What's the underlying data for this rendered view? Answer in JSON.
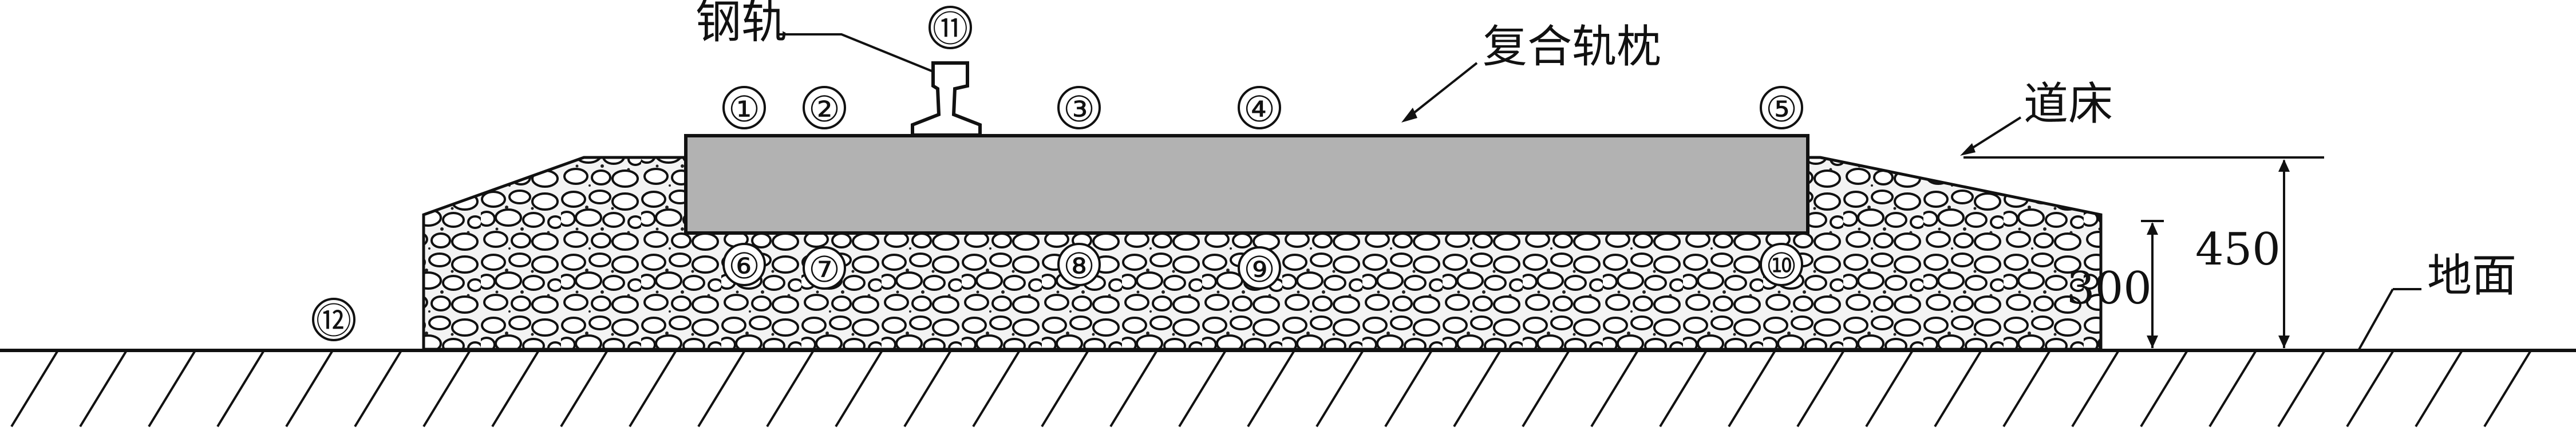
{
  "labels": {
    "rail": "钢轨",
    "composite_sleeper": "复合轨枕",
    "ballast_bed": "道床",
    "ground": "地面"
  },
  "dimensions": {
    "bed_height": "450",
    "shoulder_height": "300"
  },
  "markers": {
    "m1": "①",
    "m2": "②",
    "m3": "③",
    "m4": "④",
    "m5": "⑤",
    "m6": "⑥",
    "m7": "⑦",
    "m8": "⑧",
    "m9": "⑨",
    "m10": "⑩",
    "m11": "⑪",
    "m12": "⑫"
  },
  "colors": {
    "sleeper_fill": "#b2b2b2",
    "line": "#111111",
    "background": "#ffffff"
  }
}
